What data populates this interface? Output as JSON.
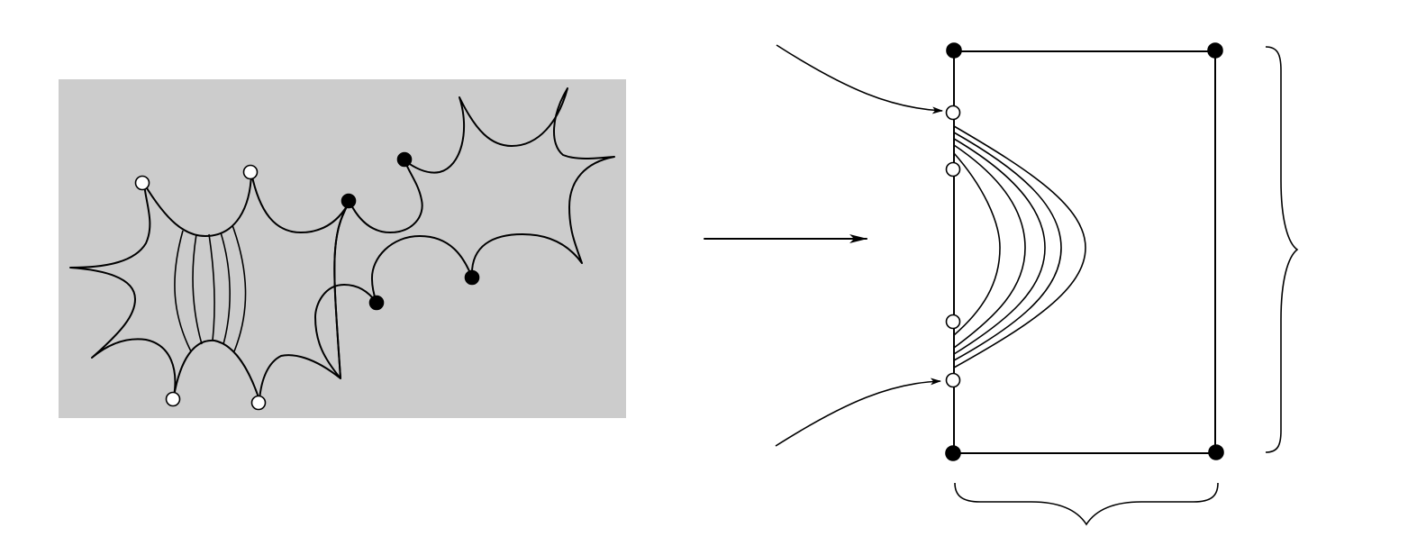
{
  "figure": {
    "panel_fill": "#cccccc",
    "line_color": "#000000",
    "open_marker_fill": "#ffffff",
    "filled_marker_fill": "#000000",
    "icons": [
      "map-arrow",
      "pointer-arrow-upper",
      "pointer-arrow-lower",
      "right-brace",
      "bottom-brace"
    ]
  }
}
